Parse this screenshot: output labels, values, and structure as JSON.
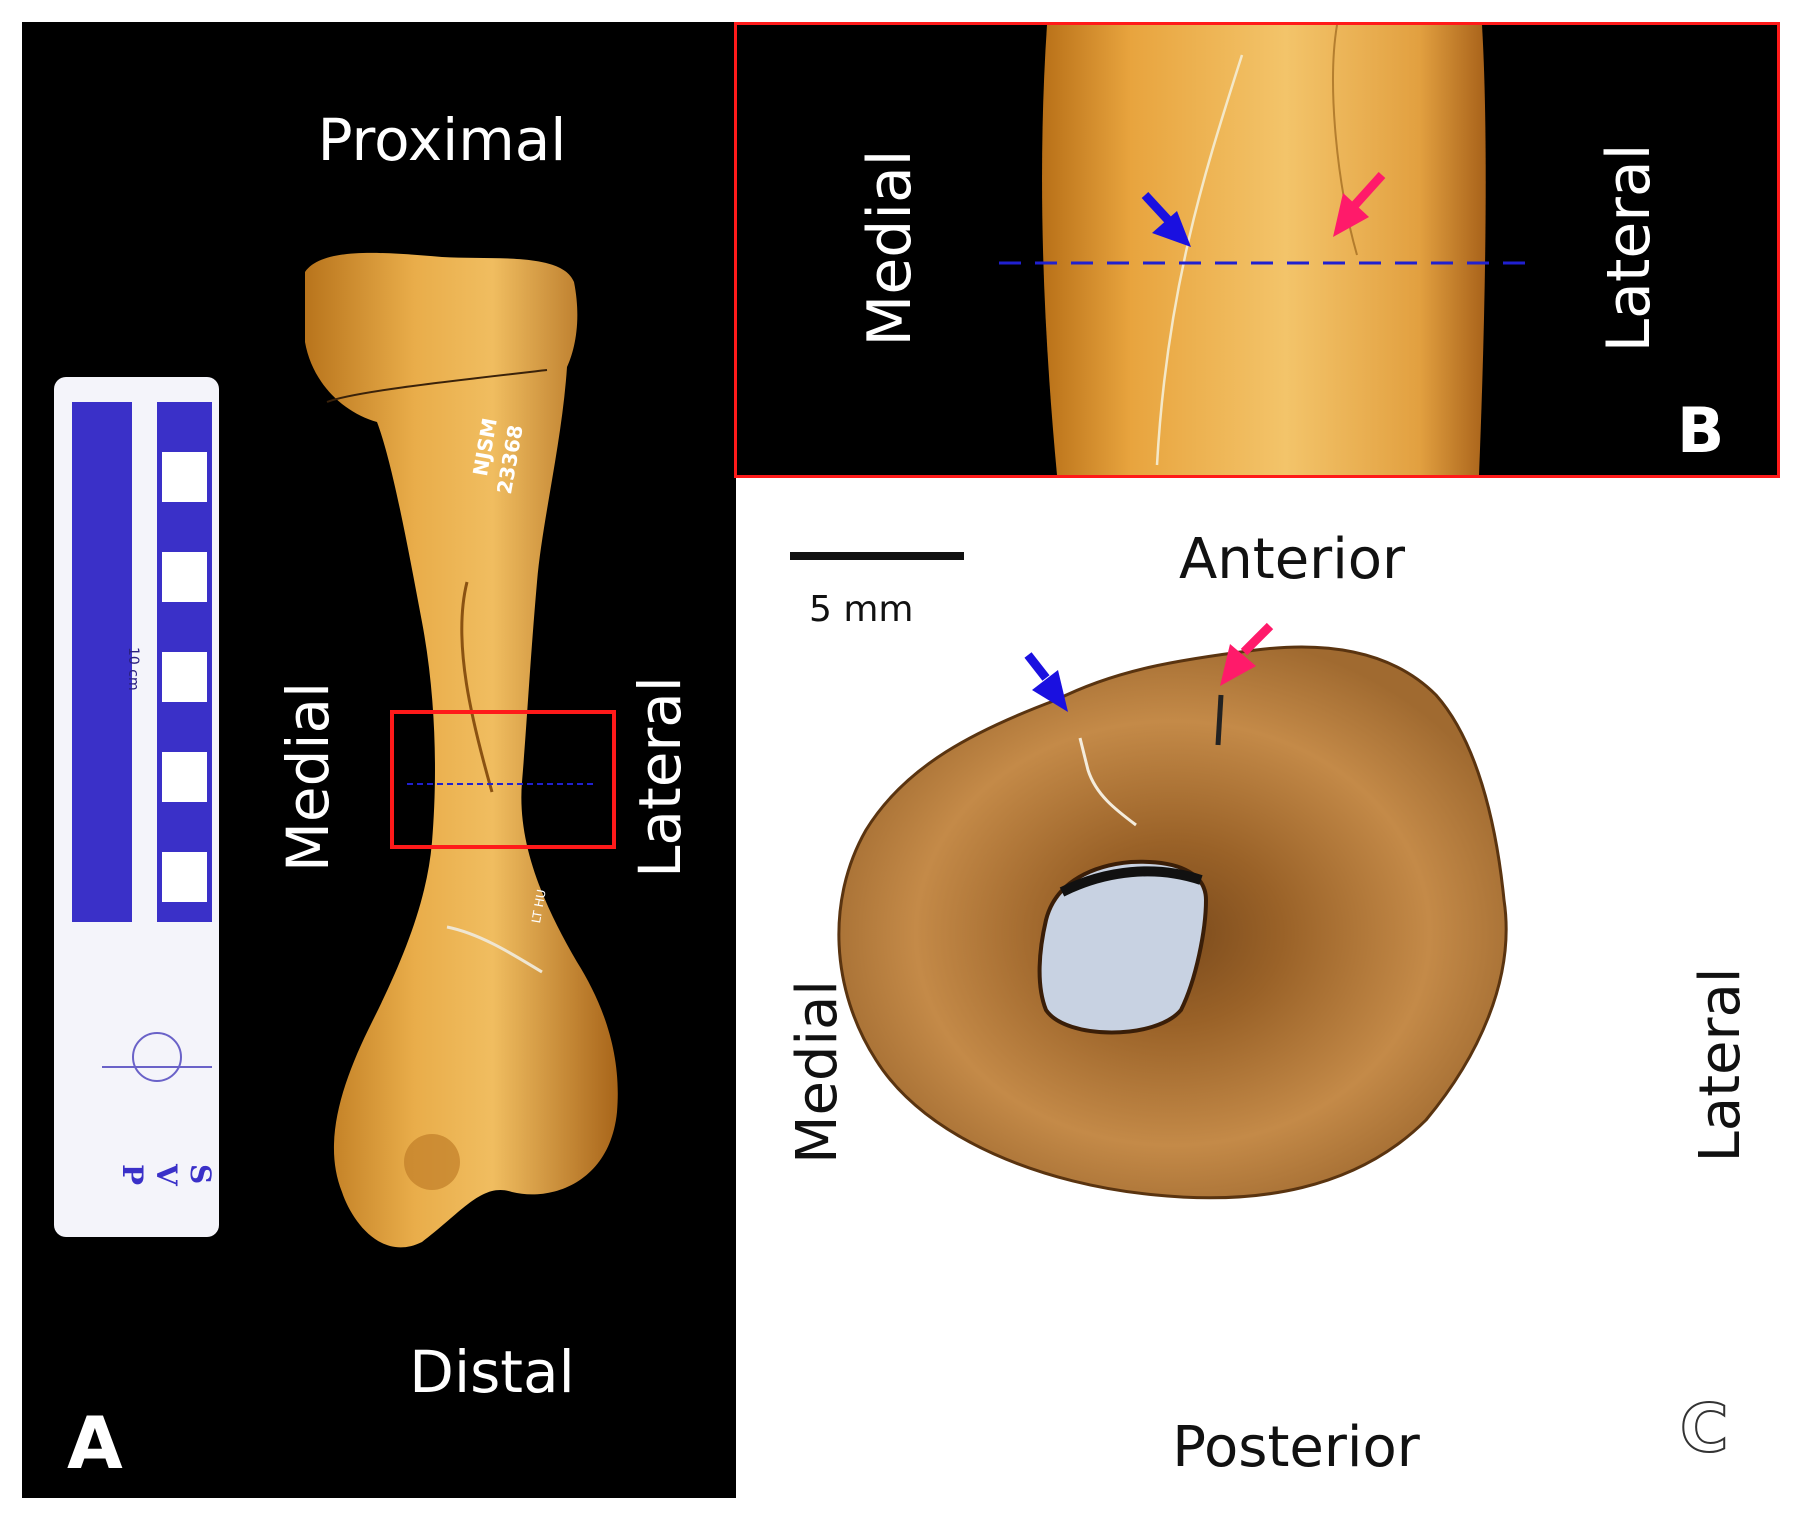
{
  "panel_a": {
    "letter": "A",
    "labels": {
      "top": "Proximal",
      "bottom": "Distal",
      "left": "Medial",
      "right": "Lateral"
    },
    "specimen_number": [
      "NJSM",
      "23368"
    ],
    "side_mark": "LT HU",
    "scale_bar": {
      "label": "10 cm",
      "letters": [
        "S",
        "V",
        "P"
      ]
    }
  },
  "panel_b": {
    "letter": "B",
    "labels": {
      "left": "Medial",
      "right": "Lateral"
    }
  },
  "panel_c": {
    "letter": "C",
    "labels": {
      "top": "Anterior",
      "bottom": "Posterior",
      "left": "Medial",
      "right": "Lateral"
    },
    "scale_bar_label": "5 mm"
  },
  "colors": {
    "blue_arrow": "#1a10e0",
    "pink_arrow": "#ff1a6a",
    "highlight_box": "#ff1a1a",
    "section_line": "#2020d0",
    "bone": "#d9952e"
  }
}
